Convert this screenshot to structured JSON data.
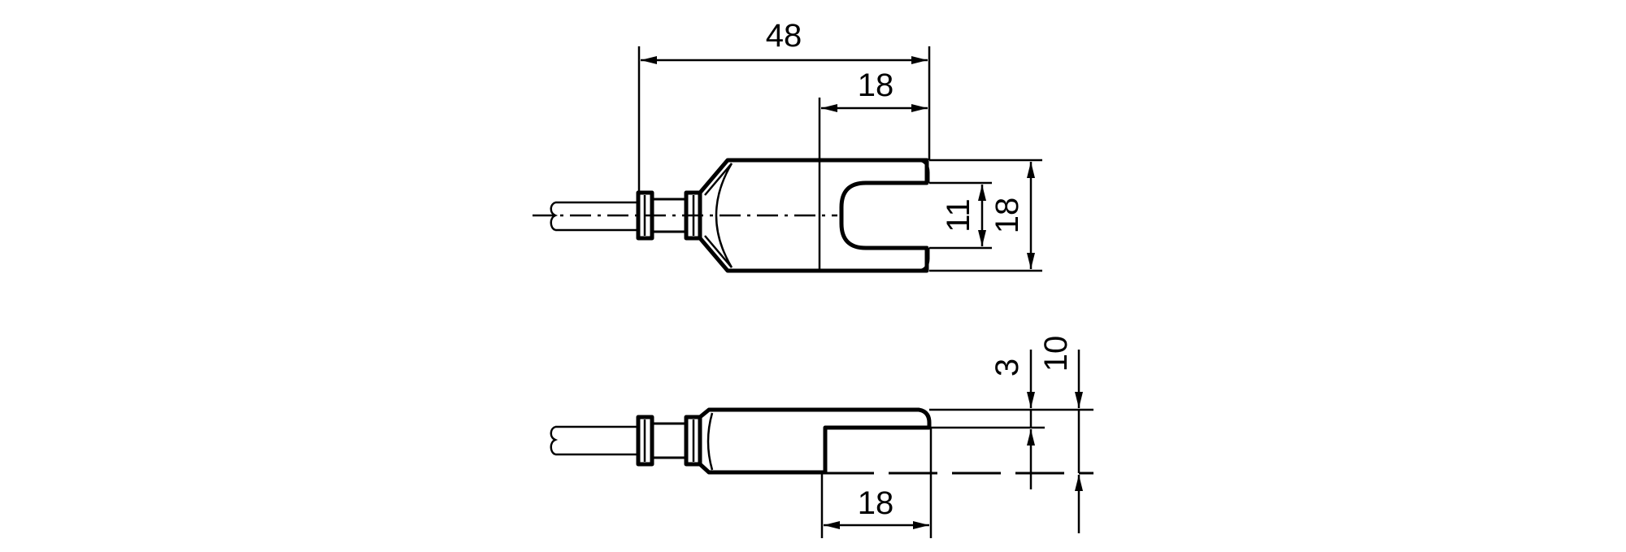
{
  "drawing": {
    "type": "technical-dimension-drawing",
    "subject": "fork-shaped sensor with cable",
    "units_implied": "mm",
    "line_color": "#000000",
    "background": "#ffffff"
  },
  "top_view": {
    "dimensions": {
      "overall_length": "48",
      "fork_slot_depth": "18",
      "slot_width": "11",
      "overall_width": "18"
    }
  },
  "side_view": {
    "dimensions": {
      "fork_slot_depth": "18",
      "top_thickness": "3",
      "overall_height": "10"
    }
  }
}
